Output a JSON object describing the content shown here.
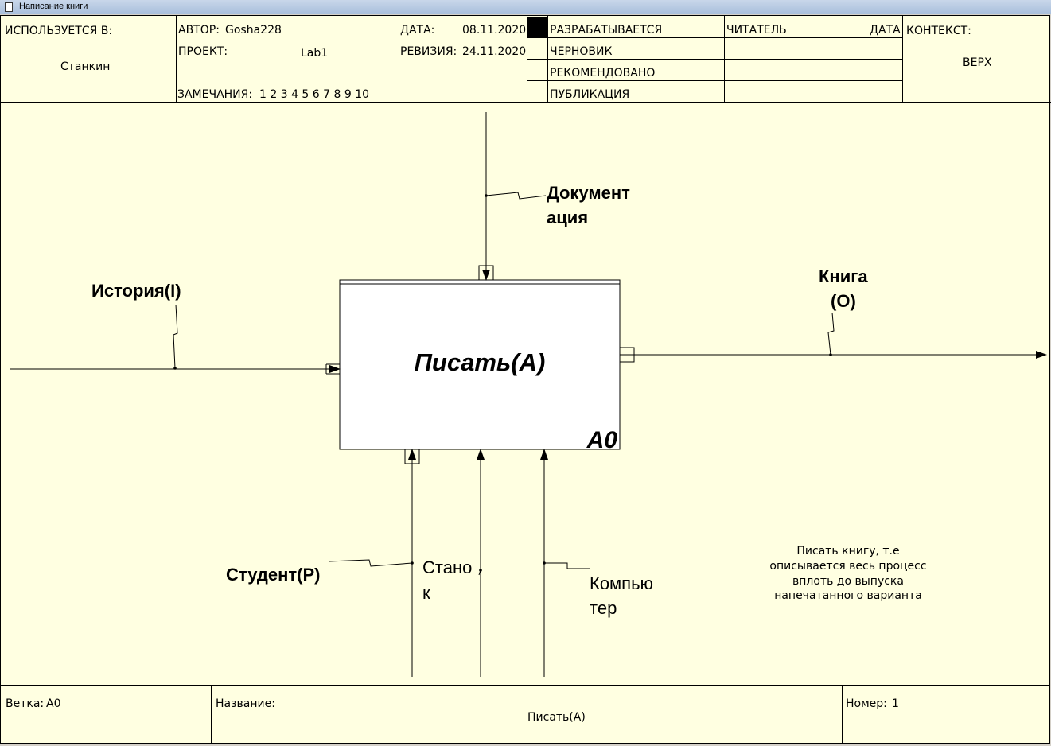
{
  "window": {
    "title": "Написание книги"
  },
  "header": {
    "used_in_label": "ИСПОЛЬЗУЕТСЯ В:",
    "used_in_value": "Станкин",
    "author_label": "АВТОР:",
    "author_value": "Gosha228",
    "project_label": "ПРОЕКТ:",
    "project_value": "Lab1",
    "notes_label": "ЗАМЕЧАНИЯ:",
    "notes_value": "1 2 3 4 5 6 7 8 9 10",
    "date_label": "ДАТА:",
    "date_value": "08.11.2020",
    "revision_label": "РЕВИЗИЯ:",
    "revision_value": "24.11.2020",
    "status_working": "РАЗРАБАТЫВАЕТСЯ",
    "status_draft": "ЧЕРНОВИК",
    "status_recommended": "РЕКОМЕНДОВАНО",
    "status_publication": "ПУБЛИКАЦИЯ",
    "reader_label": "ЧИТАТЕЛЬ",
    "reader_date_label": "ДАТА",
    "context_label": "КОНТЕКСТ:",
    "context_value": "ВЕРХ"
  },
  "diagram": {
    "box_title": "Писать(А)",
    "box_number": "A0",
    "input_label": "История(I)",
    "output_label_line1": "Книга",
    "output_label_line2": "(O)",
    "control_label_line1": "Документ",
    "control_label_line2": "ация",
    "mechanism1_label": "Студент(P)",
    "mechanism2_label_line1": "Стано",
    "mechanism2_label_line2": "к",
    "mechanism3_label_line1": "Компью",
    "mechanism3_label_line2": "тер",
    "note_lines": [
      "Писать книгу, т.е",
      "описывается весь процесс",
      "вплоть до  выпуска",
      "напечатанного варианта"
    ]
  },
  "footer": {
    "node_label": "Ветка:",
    "node_value": "A0",
    "title_label": "Название:",
    "title_value": "Писать(А)",
    "number_label": "Номер:",
    "number_value": "1"
  }
}
